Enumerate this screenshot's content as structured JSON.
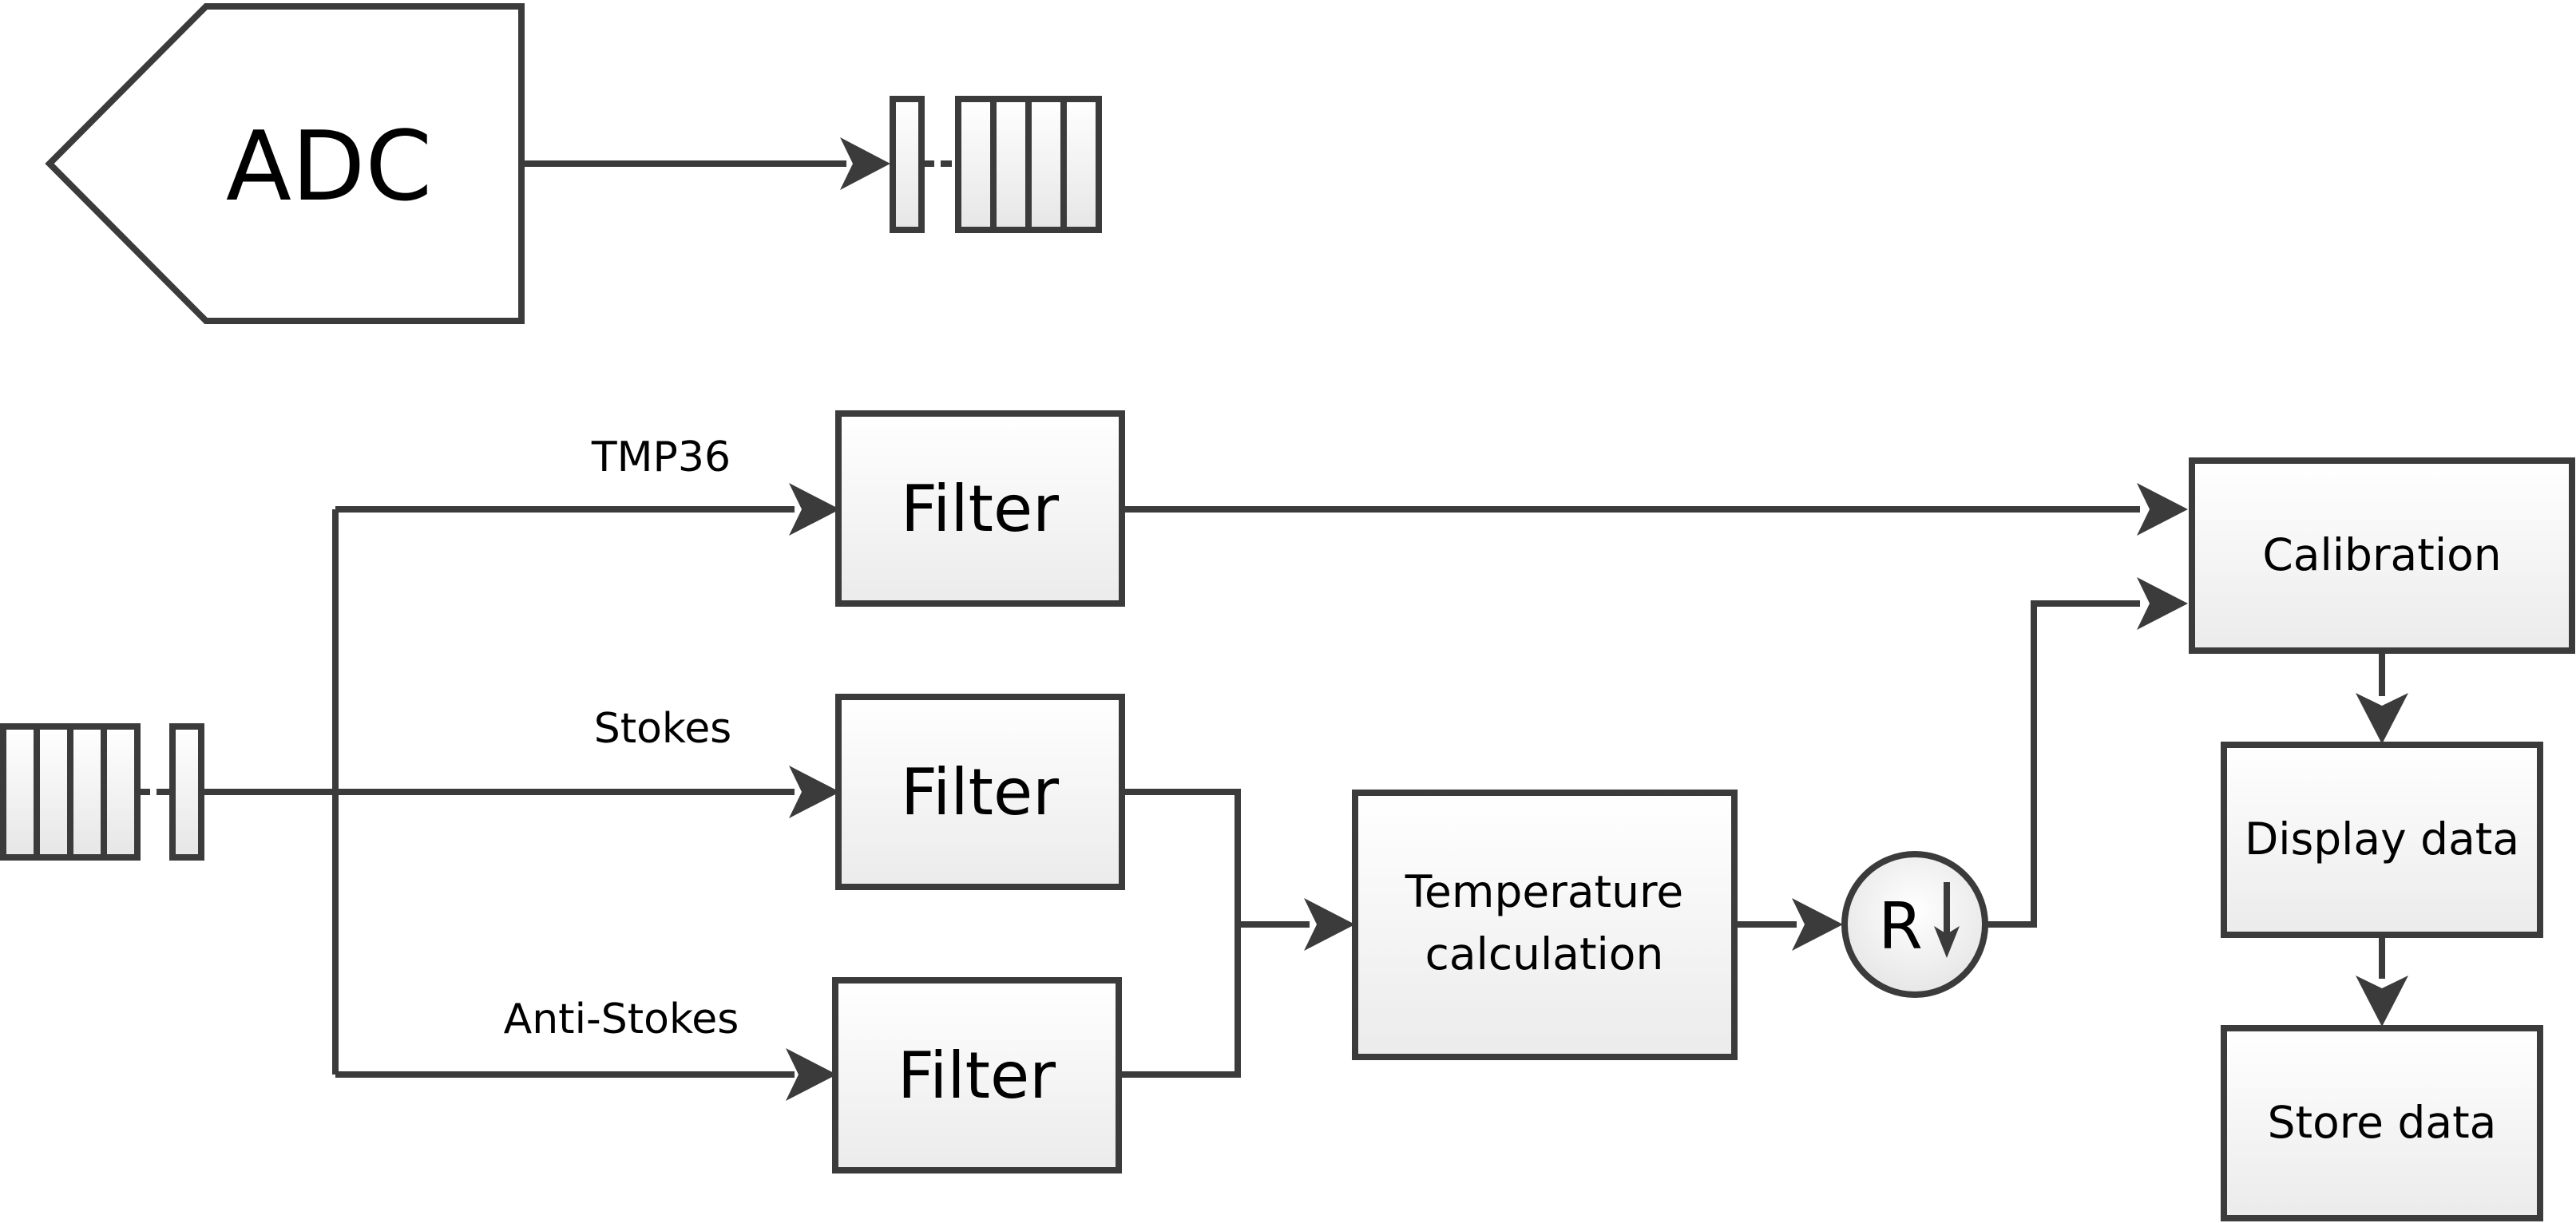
{
  "diagram": {
    "adc_label": "ADC",
    "branches": {
      "tmp36": "TMP36",
      "stokes": "Stokes",
      "anti_stokes": "Anti-Stokes"
    },
    "filters": {
      "tmp36": "Filter",
      "stokes": "Filter",
      "anti_stokes": "Filter"
    },
    "temperature_line1": "Temperature",
    "temperature_line2": "calculation",
    "resample_letter": "R",
    "calibration": "Calibration",
    "display": "Display data",
    "store": "Store data",
    "colors": {
      "stroke": "#3b3b3b",
      "fill_top": "#ffffff",
      "fill_bottom": "#ececec"
    },
    "icons": [
      "queue-icon",
      "down-arrow-icon"
    ]
  }
}
